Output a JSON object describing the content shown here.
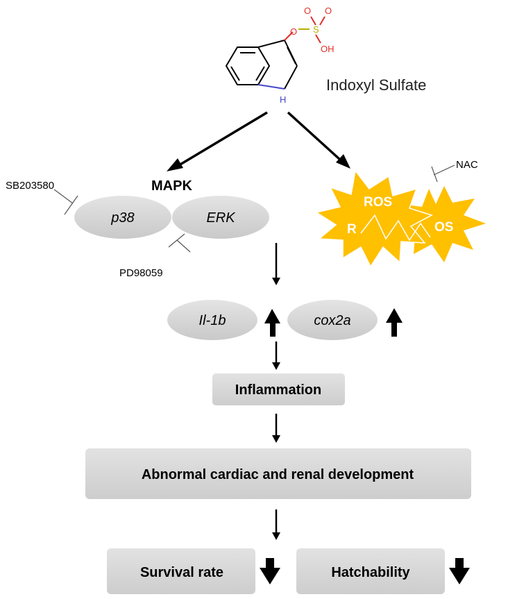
{
  "compound": {
    "name": "Indoxyl Sulfate",
    "atoms": {
      "o1": "O",
      "o2": "O",
      "o3": "O",
      "s": "S",
      "oh": "OH",
      "nh": "H"
    }
  },
  "mapk": {
    "title": "MAPK",
    "p38": "p38",
    "erk": "ERK",
    "inhibitor_p38": "SB203580",
    "inhibitor_erk": "PD98059"
  },
  "ros": {
    "inhibitor": "NAC",
    "labels": [
      "ROS",
      "R",
      "OS"
    ]
  },
  "genes": {
    "il1b": "Il-1b",
    "cox2a": "cox2a"
  },
  "outcomes": {
    "inflammation": "Inflammation",
    "development": "Abnormal cardiac and renal development",
    "survival": "Survival rate",
    "hatchability": "Hatchability"
  },
  "colors": {
    "oxygen": "#e0302a",
    "sulfur": "#b5b000",
    "nitrogen": "#4444cc",
    "ros_star": "#ffc000",
    "ellipse": "#d6d6d6",
    "box": "#d9d9d9"
  }
}
